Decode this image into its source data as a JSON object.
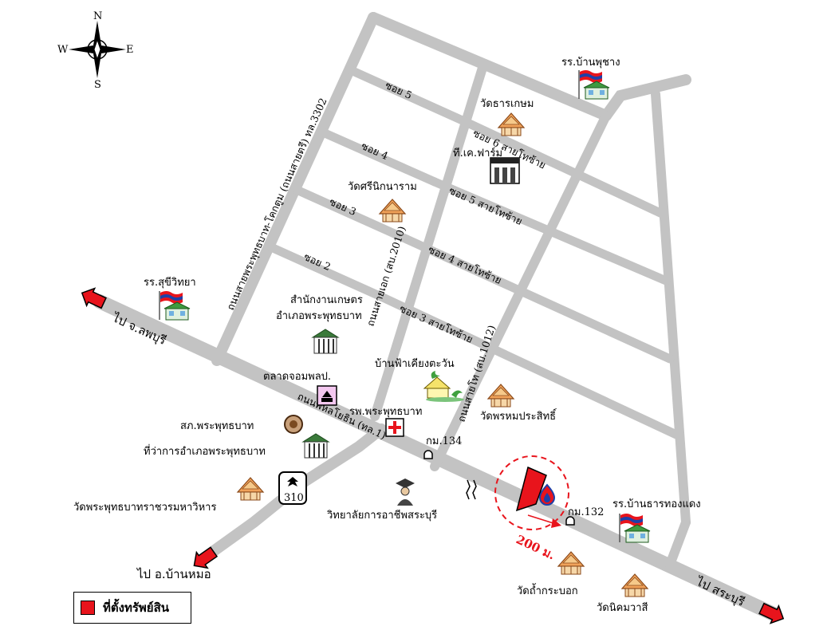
{
  "compass": {
    "n": "N",
    "s": "S",
    "e": "E",
    "w": "W"
  },
  "roads": {
    "soi_5": "ซอย 5",
    "soi_4": "ซอย 4",
    "soi_3": "ซอย 3",
    "soi_2": "ซอย 2",
    "soi_6_sai_tho": "ซอย 6 สายโทซ้าย",
    "soi_5_sai_tho": "ซอย 5 สายโทซ้าย",
    "soi_4_sai_tho": "ซอย 4 สายโทซ้าย",
    "soi_3_sai_tho": "ซอย 3 สายโทซ้าย",
    "road_3302": "ถนนสายพระพุทธบาท-โคกตูม (ถนนสายตรี) ทล.3302",
    "road_2010": "ถนนสายเอก (สบ.2010)",
    "road_1012": "ถนนสายโท (สบ.1012)",
    "phahonyothin": "ถนนพหลโยธิน (ทล.1)"
  },
  "directions": {
    "lopburi": "ไป จ.ลพบุรี",
    "saraburi": "ไป สระบุรี",
    "ban_mo": "ไป อ.บ้านหมอ"
  },
  "places": {
    "school_ban_phu_chang": "รร.บ้านพุชาง",
    "wat_than_kasem": "วัดธารเกษม",
    "tk_farm": "ที.เค.ฟาร์ม",
    "wat_si_nikharam": "วัดศรีนิกนาราม",
    "school_sukhi": "รร.สุขีวิทยา",
    "agri_office_1": "สำนักงานเกษตร",
    "agri_office_2": "อำเภอพระพุทธบาท",
    "ban_fa": "บ้านฟ้าเคียงตะวัน",
    "market": "ตลาดจอมพลป.",
    "hospital": "รพ.พระพุทธบาท",
    "wat_phrom": "วัดพรหมประสิทธิ์",
    "police": "สภ.พระพุทธบาท",
    "district_office": "ที่ว่าการอำเภอพระพุทธบาท",
    "km134": "กม.134",
    "wat_phra_phutthabat": "วัดพระพุทธบาทราชวรมหาวิหาร",
    "college": "วิทยาลัยการอาชีพสระบุรี",
    "km132": "กม.132",
    "school_than_thong": "รร.บ้านธารทองแดง",
    "wat_tham": "วัดถ้ำกระบอก",
    "wat_nikhom": "วัดนิคมวาสี"
  },
  "highway_shield": "310",
  "distance_label": "200 ม.",
  "legend": {
    "label": "ที่ตั้งทรัพย์สิน"
  },
  "colors": {
    "road": "#c3c3c3",
    "property": "#e8141c",
    "arrow": "#e8141c",
    "wat_roof": "#f0a25a"
  }
}
